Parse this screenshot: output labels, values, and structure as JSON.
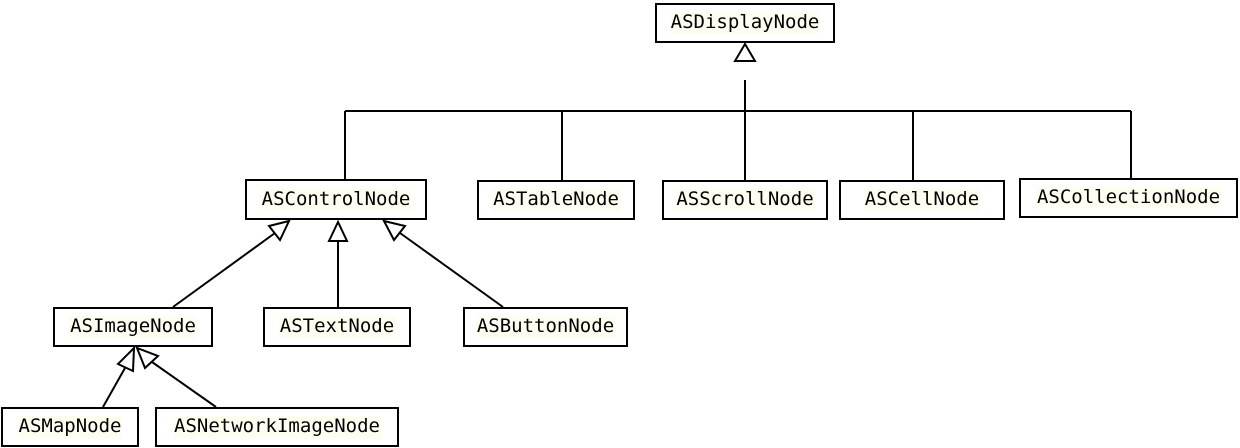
{
  "nodes": {
    "asdisplaynode": "ASDisplayNode",
    "ascontrolnode": "ASControlNode",
    "astablenode": "ASTableNode",
    "asscrollnode": "ASScrollNode",
    "ascellnode": "ASCellNode",
    "ascollectionnode": "ASCollectionNode",
    "asimagenode": "ASImageNode",
    "astextnode": "ASTextNode",
    "asbuttonnode": "ASButtonNode",
    "asmapnode": "ASMapNode",
    "asnetworkimagenode": "ASNetworkImageNode"
  },
  "inheritance": [
    {
      "child": "ASControlNode",
      "parent": "ASDisplayNode"
    },
    {
      "child": "ASTableNode",
      "parent": "ASDisplayNode"
    },
    {
      "child": "ASScrollNode",
      "parent": "ASDisplayNode"
    },
    {
      "child": "ASCellNode",
      "parent": "ASDisplayNode"
    },
    {
      "child": "ASCollectionNode",
      "parent": "ASDisplayNode"
    },
    {
      "child": "ASImageNode",
      "parent": "ASControlNode"
    },
    {
      "child": "ASTextNode",
      "parent": "ASControlNode"
    },
    {
      "child": "ASButtonNode",
      "parent": "ASControlNode"
    },
    {
      "child": "ASMapNode",
      "parent": "ASImageNode"
    },
    {
      "child": "ASNetworkImageNode",
      "parent": "ASImageNode"
    }
  ],
  "colors": {
    "line": "#000000",
    "box_border": "#000000",
    "text_highlight": "#fffdf0"
  }
}
